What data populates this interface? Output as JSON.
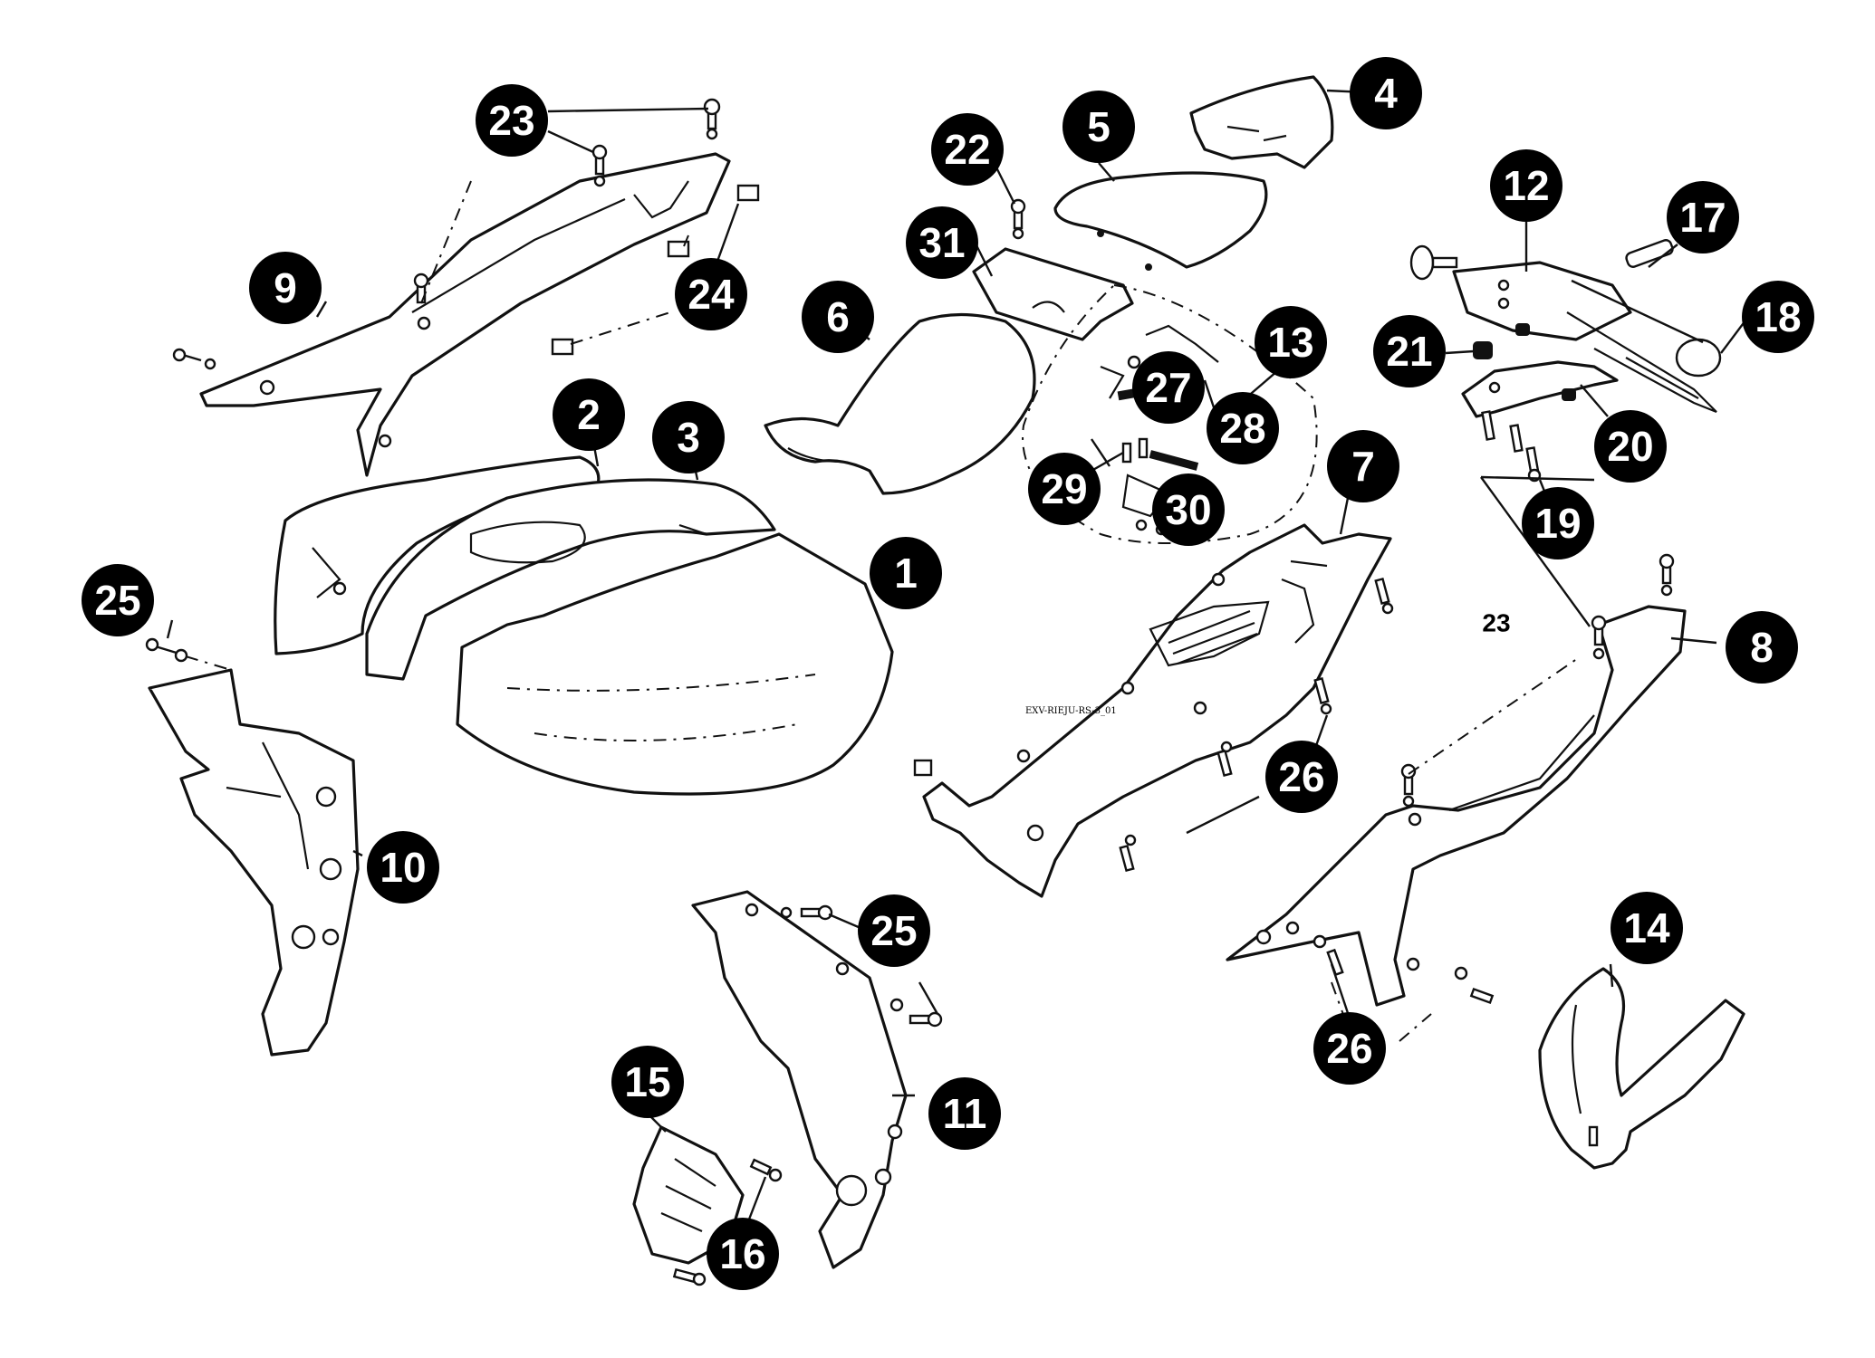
{
  "diagram": {
    "drawing_code": "EXV-RIEJU-RS-3_01",
    "callouts": [
      {
        "id": "c1",
        "label": "1"
      },
      {
        "id": "c2",
        "label": "2"
      },
      {
        "id": "c3",
        "label": "3"
      },
      {
        "id": "c4",
        "label": "4"
      },
      {
        "id": "c5",
        "label": "5"
      },
      {
        "id": "c6",
        "label": "6"
      },
      {
        "id": "c7",
        "label": "7"
      },
      {
        "id": "c8",
        "label": "8"
      },
      {
        "id": "c9",
        "label": "9"
      },
      {
        "id": "c10",
        "label": "10"
      },
      {
        "id": "c11",
        "label": "11"
      },
      {
        "id": "c12",
        "label": "12"
      },
      {
        "id": "c13",
        "label": "13"
      },
      {
        "id": "c14",
        "label": "14"
      },
      {
        "id": "c15",
        "label": "15"
      },
      {
        "id": "c16",
        "label": "16"
      },
      {
        "id": "c17",
        "label": "17"
      },
      {
        "id": "c18",
        "label": "18"
      },
      {
        "id": "c19",
        "label": "19"
      },
      {
        "id": "c20",
        "label": "20"
      },
      {
        "id": "c21",
        "label": "21"
      },
      {
        "id": "c22",
        "label": "22"
      },
      {
        "id": "c23a",
        "label": "23"
      },
      {
        "id": "c24",
        "label": "24"
      },
      {
        "id": "c25a",
        "label": "25"
      },
      {
        "id": "c25b",
        "label": "25"
      },
      {
        "id": "c26a",
        "label": "26"
      },
      {
        "id": "c26b",
        "label": "26"
      },
      {
        "id": "c27",
        "label": "27"
      },
      {
        "id": "c28",
        "label": "28"
      },
      {
        "id": "c29",
        "label": "29"
      },
      {
        "id": "c30",
        "label": "30"
      },
      {
        "id": "c31",
        "label": "31"
      }
    ],
    "plain_labels": [
      {
        "id": "p23",
        "label": "23"
      }
    ]
  }
}
